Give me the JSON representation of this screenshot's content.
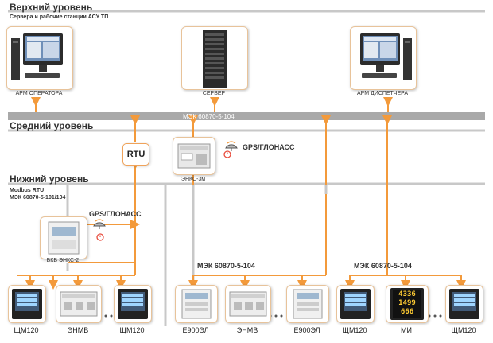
{
  "levels": {
    "top": {
      "title": "Верхний уровень",
      "subtitle": "Сервера и рабочие станции АСУ ТП"
    },
    "middle": {
      "title": "Средний уровень"
    },
    "bottom": {
      "title": "Нижний уровень",
      "subtitle_1": "Modbus RTU",
      "subtitle_2": "МЭК 60870-5-101/104"
    }
  },
  "top_nodes": {
    "operator": "АРМ ОПЕРАТОРА",
    "server": "СЕРВЕР",
    "dispatcher": "АРМ ДИСПЕТЧЕРА"
  },
  "bus_label": "МЭК 60870-5-104",
  "middle_nodes": {
    "rtu": "RTU",
    "enks": "ЭНКС-3м",
    "gps": "GPS/ГЛОНАСС"
  },
  "bottom_nodes": {
    "bkv": "БКВ ЭНКС-2",
    "gps": "GPS/ГЛОНАСС",
    "group2_protocol": "МЭК 60870-5-104",
    "group3_protocol": "МЭК 60870-5-104"
  },
  "devices": {
    "d1": "ЩМ120",
    "d2": "ЭНМВ",
    "d3": "ЩМ120",
    "d4": "Е900ЭЛ",
    "d5": "ЭНМВ",
    "d6": "Е900ЭЛ",
    "d7": "ЩМ120",
    "d8": "МИ",
    "d9": "ЩМ120"
  },
  "ellipsis": "• • •",
  "meter_display": [
    "4336",
    "1499",
    "666"
  ],
  "colors": {
    "accent": "#f39a3b",
    "bus": "#a9a9a9",
    "line": "#c8c8c8"
  }
}
